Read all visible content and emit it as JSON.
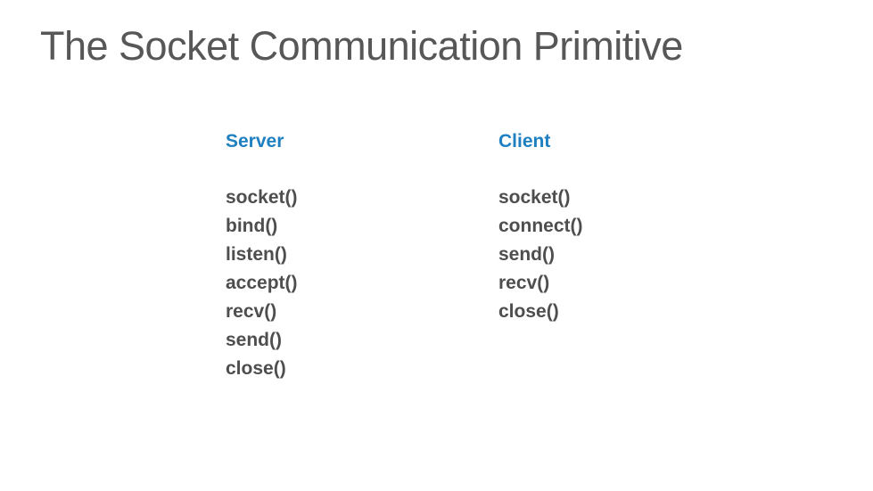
{
  "slide": {
    "title": "The Socket Communication Primitive",
    "server": {
      "header": "Server",
      "calls": [
        "socket()",
        "bind()",
        "listen()",
        "accept()",
        "recv()",
        "send()",
        "close()"
      ]
    },
    "client": {
      "header": "Client",
      "calls": [
        "socket()",
        "connect()",
        "send()",
        "recv()",
        "close()"
      ]
    },
    "colors": {
      "background": "#ffffff",
      "title_text": "#575757",
      "column_header_accent": "#1e7fc1",
      "body_text": "#4e4e4e"
    }
  }
}
